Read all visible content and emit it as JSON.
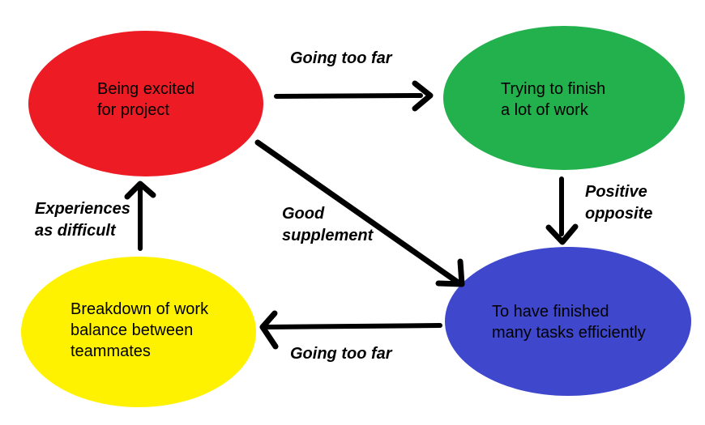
{
  "diagram": {
    "background_color": "#ffffff",
    "ink_color": "#000000",
    "nodes": [
      {
        "id": "excited",
        "lines": [
          "Being excited",
          "for project"
        ],
        "color": "#ED1C24"
      },
      {
        "id": "trying",
        "lines": [
          "Trying to finish",
          "a lot of work"
        ],
        "color": "#22B14C"
      },
      {
        "id": "finished",
        "lines": [
          "To have finished",
          "many tasks efficiently"
        ],
        "color": "#3F48CC"
      },
      {
        "id": "breakdown",
        "lines": [
          "Breakdown of work",
          "balance between",
          "teammates"
        ],
        "color": "#FFF200"
      }
    ],
    "edges": [
      {
        "id": "excited-to-trying",
        "from": "excited",
        "to": "trying",
        "label_lines": [
          "Going too far"
        ]
      },
      {
        "id": "trying-to-finished",
        "from": "trying",
        "to": "finished",
        "label_lines": [
          "Positive",
          "opposite"
        ]
      },
      {
        "id": "excited-to-finished",
        "from": "excited",
        "to": "finished",
        "label_lines": [
          "Good",
          "supplement"
        ]
      },
      {
        "id": "finished-to-breakdown",
        "from": "finished",
        "to": "breakdown",
        "label_lines": [
          "Going too far"
        ]
      },
      {
        "id": "breakdown-to-excited",
        "from": "breakdown",
        "to": "excited",
        "label_lines": [
          "Experiences",
          "as difficult"
        ]
      }
    ]
  }
}
